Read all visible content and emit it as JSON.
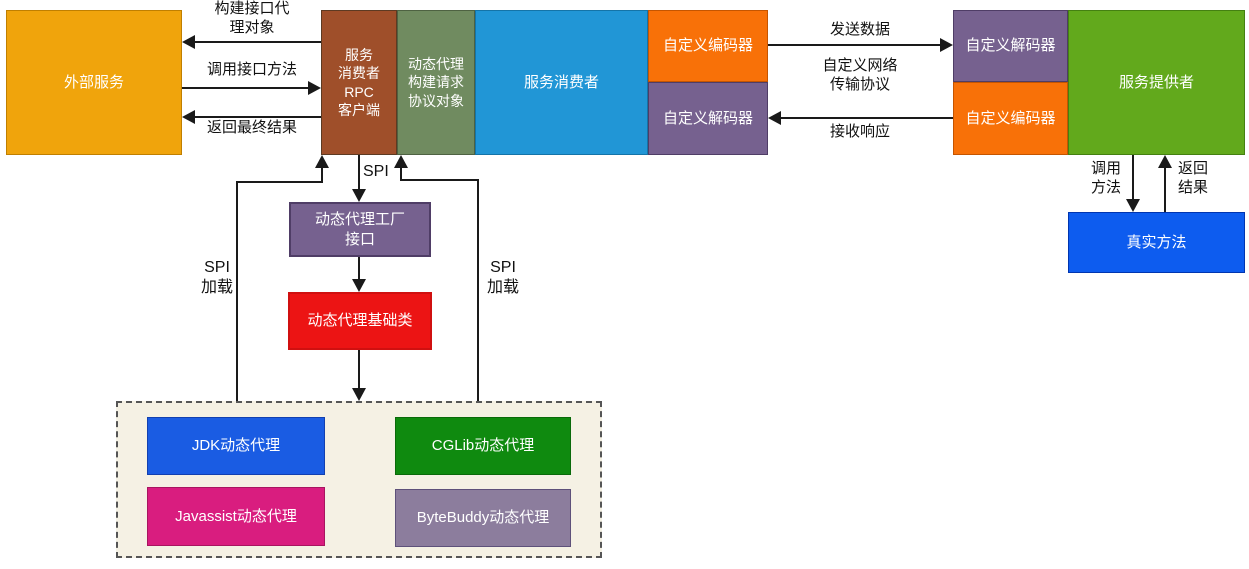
{
  "diagram": {
    "nodes": {
      "external_service": {
        "label": "外部服务",
        "color": "#F0A40C"
      },
      "rpc_client": {
        "label": "服务\n消费者\nRPC\n客户端",
        "color": "#9F4F2A"
      },
      "proxy_protocol": {
        "label": "动态代理\n构建请求\n协议对象",
        "color": "#708B60"
      },
      "service_consumer": {
        "label": "服务消费者",
        "color": "#2196D6"
      },
      "consumer_encoder": {
        "label": "自定义编码器",
        "color": "#F87108"
      },
      "consumer_decoder": {
        "label": "自定义解码器",
        "color": "#76618F"
      },
      "provider_decoder": {
        "label": "自定义解码器",
        "color": "#76618F"
      },
      "provider_encoder": {
        "label": "自定义编码器",
        "color": "#F87108"
      },
      "service_provider": {
        "label": "服务提供者",
        "color": "#62A91C"
      },
      "real_method": {
        "label": "真实方法",
        "color": "#0D5CEF"
      },
      "proxy_factory": {
        "label": "动态代理工厂\n接口",
        "color": "#76618F"
      },
      "proxy_base": {
        "label": "动态代理基础类",
        "color": "#EC1414"
      },
      "jdk_proxy": {
        "label": "JDK动态代理",
        "color": "#1A5CE3"
      },
      "cglib_proxy": {
        "label": "CGLib动态代理",
        "color": "#0F8A0F"
      },
      "javassist_proxy": {
        "label": "Javassist动态代理",
        "color": "#D91D7F"
      },
      "bytebuddy_proxy": {
        "label": "ByteBuddy动态代理",
        "color": "#8C7D9D"
      }
    },
    "edge_labels": {
      "build_proxy": "构建接口代\n理对象",
      "call_interface": "调用接口方法",
      "return_result": "返回最终结果",
      "spi": "SPI",
      "spi_load_left": "SPI\n加载",
      "spi_load_right": "SPI\n加载",
      "send_data": "发送数据",
      "network_protocol": "自定义网络\n传输协议",
      "receive_response": "接收响应",
      "call_method": "调用\n方法",
      "return_value": "返回\n结果"
    },
    "colors": {
      "line": "#1A1A1A",
      "plugins_background": "#F5F1E4",
      "canvas_background": "#FFFFFF"
    }
  }
}
